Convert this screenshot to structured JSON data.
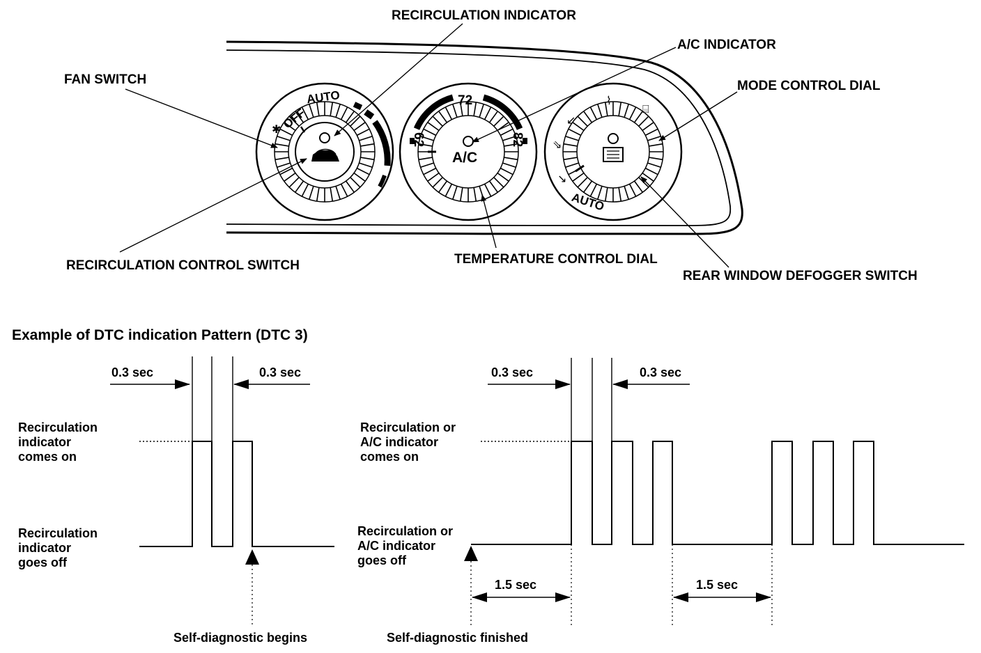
{
  "panel": {
    "callouts": {
      "recirculation_indicator": "RECIRCULATION INDICATOR",
      "ac_indicator": "A/C INDICATOR",
      "fan_switch": "FAN SWITCH",
      "mode_control_dial": "MODE CONTROL DIAL",
      "recirculation_control_switch": "RECIRCULATION CONTROL SWITCH",
      "temperature_control_dial": "TEMPERATURE CONTROL DIAL",
      "rear_window_defogger_switch": "REAR WINDOW DEFOGGER SWITCH"
    },
    "fan_dial": {
      "off": "OFF",
      "auto": "AUTO"
    },
    "temp_dial": {
      "center": "A/C",
      "left": "62",
      "top": "72",
      "right": "82"
    },
    "mode_dial": {
      "auto": "AUTO"
    }
  },
  "dtc": {
    "title": "Example of DTC indication Pattern (DTC 3)",
    "left": {
      "timing_left": "0.3 sec",
      "timing_right": "0.3 sec",
      "on_label": [
        "Recirculation",
        "indicator",
        "comes on"
      ],
      "off_label": [
        "Recirculation",
        "indicator",
        "goes off"
      ],
      "event": "Self-diagnostic begins"
    },
    "right": {
      "timing_left": "0.3 sec",
      "timing_right": "0.3 sec",
      "on_label": [
        "Recirculation or",
        "A/C indicator",
        "comes on"
      ],
      "off_label": [
        "Recirculation or",
        "A/C indicator",
        "goes off"
      ],
      "interval_1": "1.5 sec",
      "interval_2": "1.5 sec",
      "event": "Self-diagnostic finished"
    }
  }
}
